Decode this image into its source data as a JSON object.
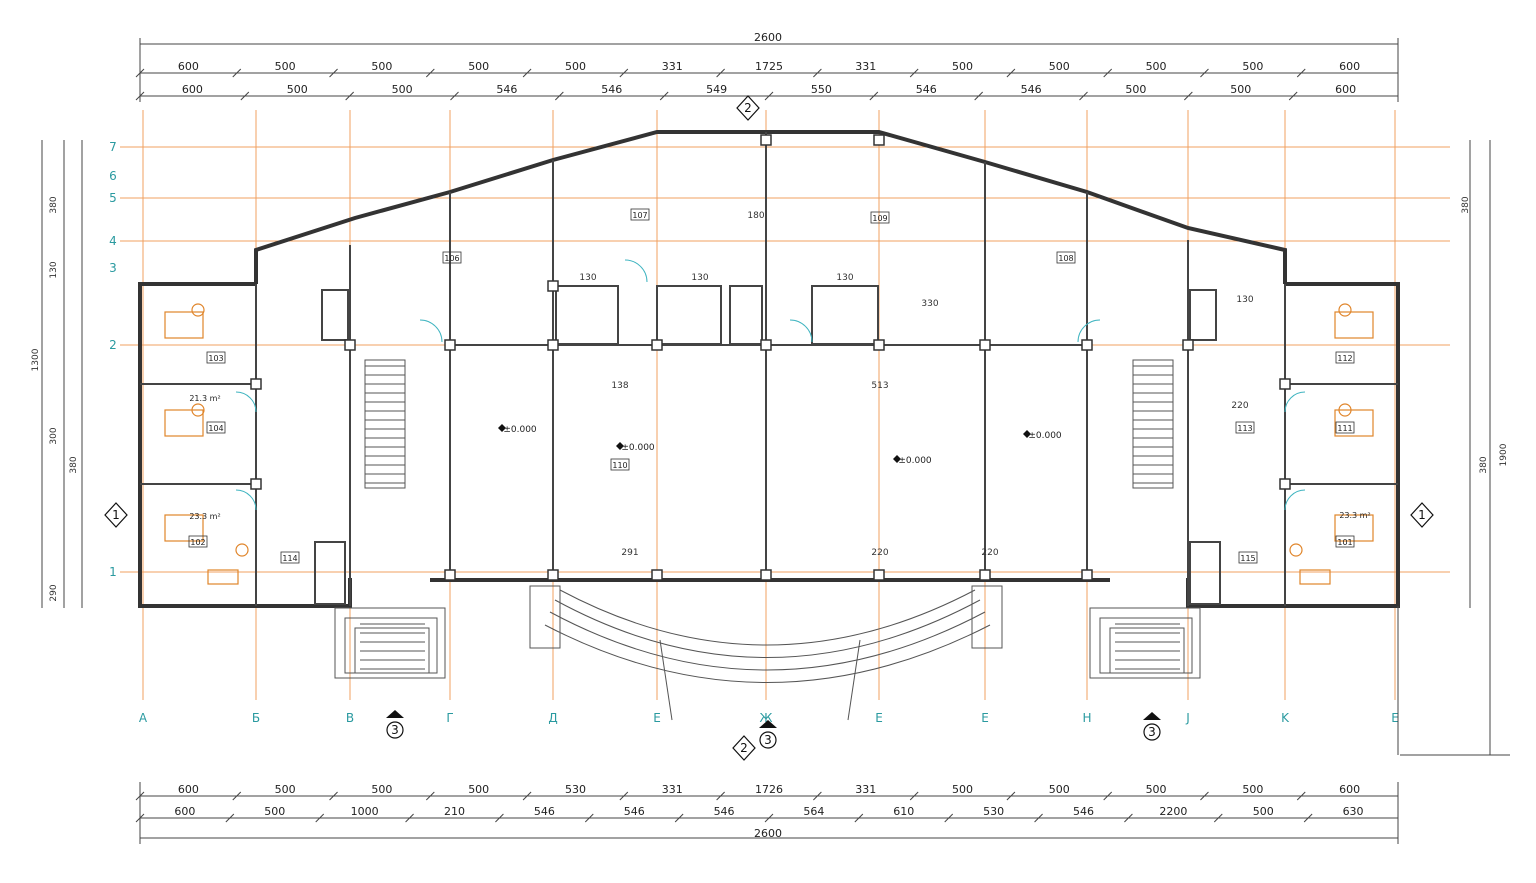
{
  "overall_top": "2600",
  "overall_bottom": "2600",
  "dims_top_row1": [
    "600",
    "500",
    "500",
    "500",
    "500",
    "331",
    "1725",
    "331",
    "500",
    "500",
    "500",
    "500",
    "600"
  ],
  "dims_top_row2": [
    "600",
    "500",
    "500",
    "546",
    "546",
    "549",
    "550",
    "546",
    "546",
    "500",
    "500",
    "600"
  ],
  "dims_bot_row1": [
    "600",
    "500",
    "500",
    "500",
    "530",
    "331",
    "1726",
    "331",
    "500",
    "500",
    "500",
    "500",
    "600"
  ],
  "dims_bot_row2": [
    "600",
    "500",
    "1000",
    "210",
    "546",
    "546",
    "546",
    "564",
    "610",
    "530",
    "546",
    "2200",
    "500",
    "630"
  ],
  "axes_letters": [
    "A",
    "Б",
    "В",
    "Г",
    "Д",
    "Е",
    "Ж",
    "Е",
    "Е",
    "Н",
    "J",
    "K",
    "Е"
  ],
  "axes_numbers": [
    "7",
    "6",
    "5",
    "4",
    "3",
    "2",
    "1"
  ],
  "left_dims": [
    "380",
    "130",
    "1300",
    "300",
    "380",
    "290"
  ],
  "right_dims": [
    "380",
    "1900",
    "380"
  ],
  "section_marks": [
    "1",
    "1",
    "2",
    "2",
    "3",
    "3",
    "3"
  ],
  "room_tags": [
    "107",
    "109",
    "106",
    "108",
    "110",
    "102",
    "104",
    "103",
    "101",
    "111",
    "112",
    "113",
    "114",
    "115"
  ],
  "area_labels": [
    "21.3 m²",
    "23.3 m²",
    "23.3 m²"
  ],
  "level_marks": [
    "±0.000",
    "±0.000",
    "±0.000",
    "±0.000"
  ],
  "interior_dims": [
    "130",
    "130",
    "130",
    "130",
    "138",
    "513",
    "330",
    "180",
    "291",
    "220",
    "220",
    "220"
  ]
}
